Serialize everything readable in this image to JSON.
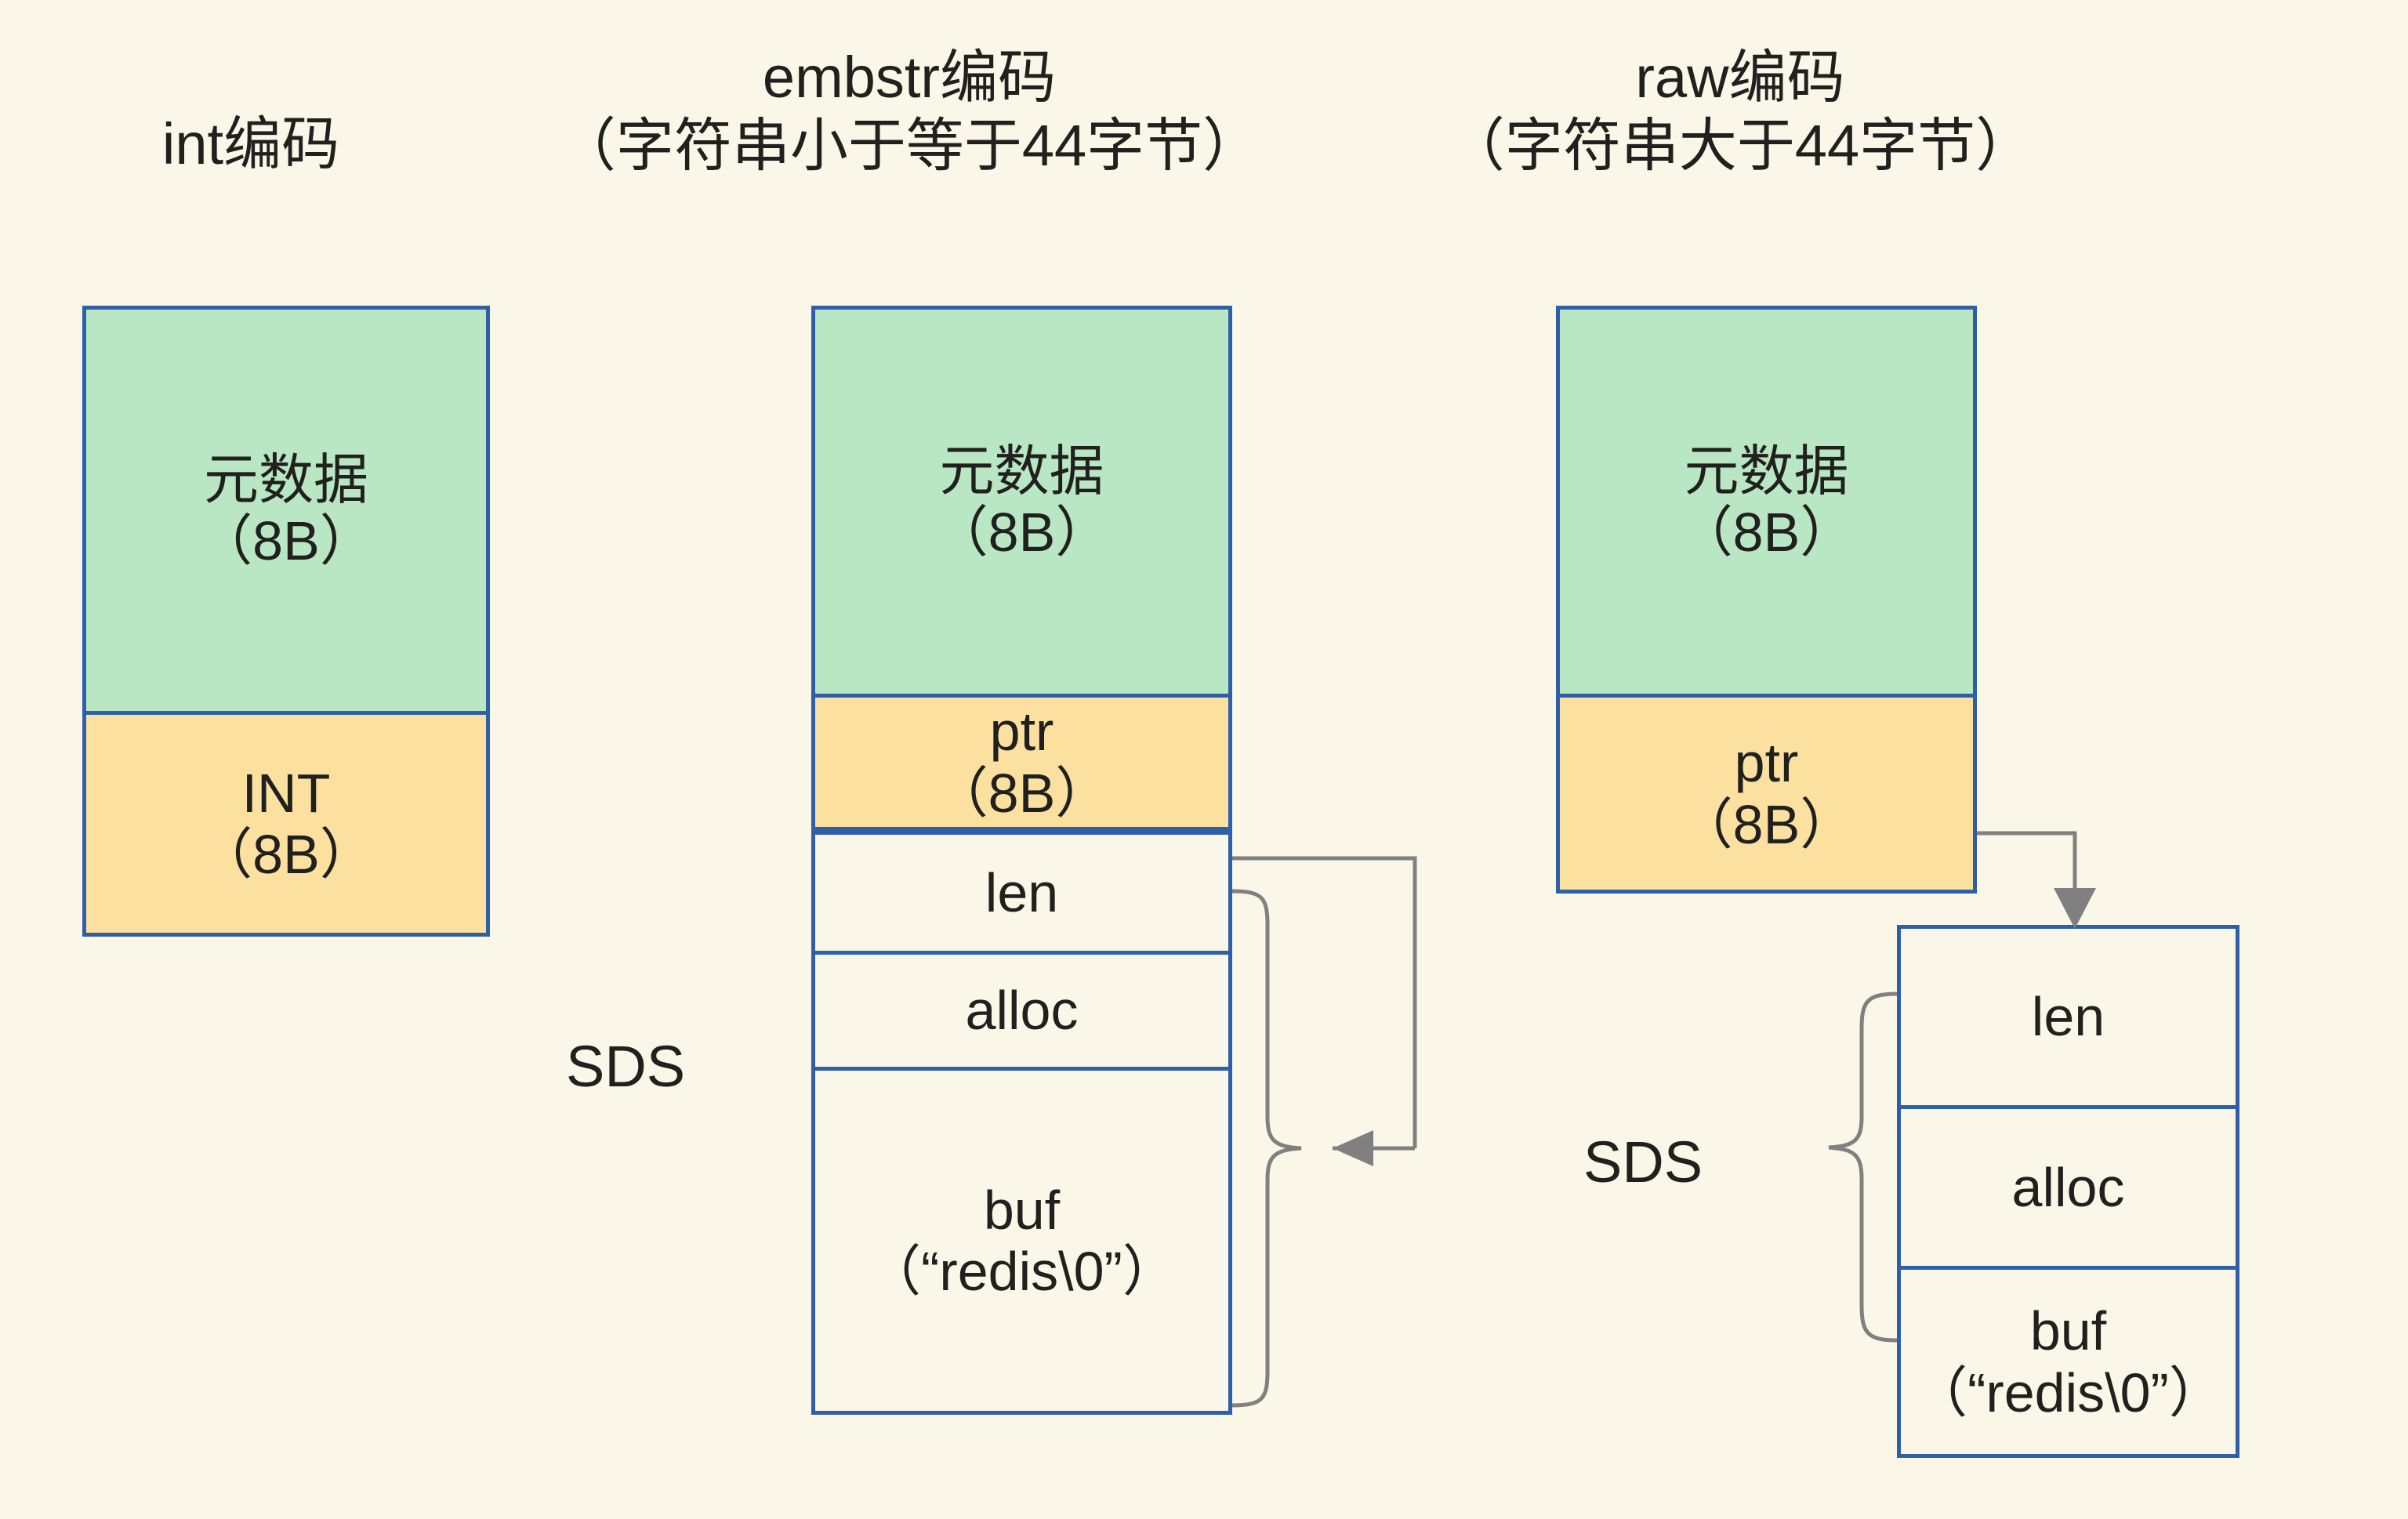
{
  "diagram": {
    "title_int": "int编码",
    "columns": [
      {
        "id": "int",
        "heading_line1": "int编码",
        "heading_line2": "",
        "cells": [
          {
            "name": "metadata",
            "line1": "元数据",
            "line2": "（8B）",
            "fill": "green"
          },
          {
            "name": "int-value",
            "line1": "INT",
            "line2": "（8B）",
            "fill": "yellow"
          }
        ]
      },
      {
        "id": "embstr",
        "heading_line1": "embstr编码",
        "heading_line2": "（字符串小于等于44字节）",
        "sds_label": "SDS",
        "cells": [
          {
            "name": "metadata",
            "line1": "元数据",
            "line2": "（8B）",
            "fill": "green"
          },
          {
            "name": "ptr",
            "line1": "ptr",
            "line2": "（8B）",
            "fill": "yellow"
          },
          {
            "name": "len",
            "line1": "len",
            "line2": "",
            "fill": "plain"
          },
          {
            "name": "alloc",
            "line1": "alloc",
            "line2": "",
            "fill": "plain"
          },
          {
            "name": "buf",
            "line1": "buf",
            "line2": "（“redis\\0”）",
            "fill": "plain"
          }
        ]
      },
      {
        "id": "raw",
        "heading_line1": "raw编码",
        "heading_line2": "（字符串大于44字节）",
        "sds_label": "SDS",
        "cells": [
          {
            "name": "metadata",
            "line1": "元数据",
            "line2": "（8B）",
            "fill": "green"
          },
          {
            "name": "ptr",
            "line1": "ptr",
            "line2": "（8B）",
            "fill": "yellow"
          }
        ],
        "sds_cells": [
          {
            "name": "len",
            "line1": "len",
            "line2": "",
            "fill": "plain"
          },
          {
            "name": "alloc",
            "line1": "alloc",
            "line2": "",
            "fill": "plain"
          },
          {
            "name": "buf",
            "line1": "buf",
            "line2": "（“redis\\0”）",
            "fill": "plain"
          }
        ]
      }
    ],
    "colors": {
      "background": "#faf7e9",
      "metadata_fill": "#b9e7c4",
      "pointer_fill": "#fbe0a0",
      "border": "#2e5fa8",
      "connector": "#808080",
      "text": "#20201e"
    }
  }
}
